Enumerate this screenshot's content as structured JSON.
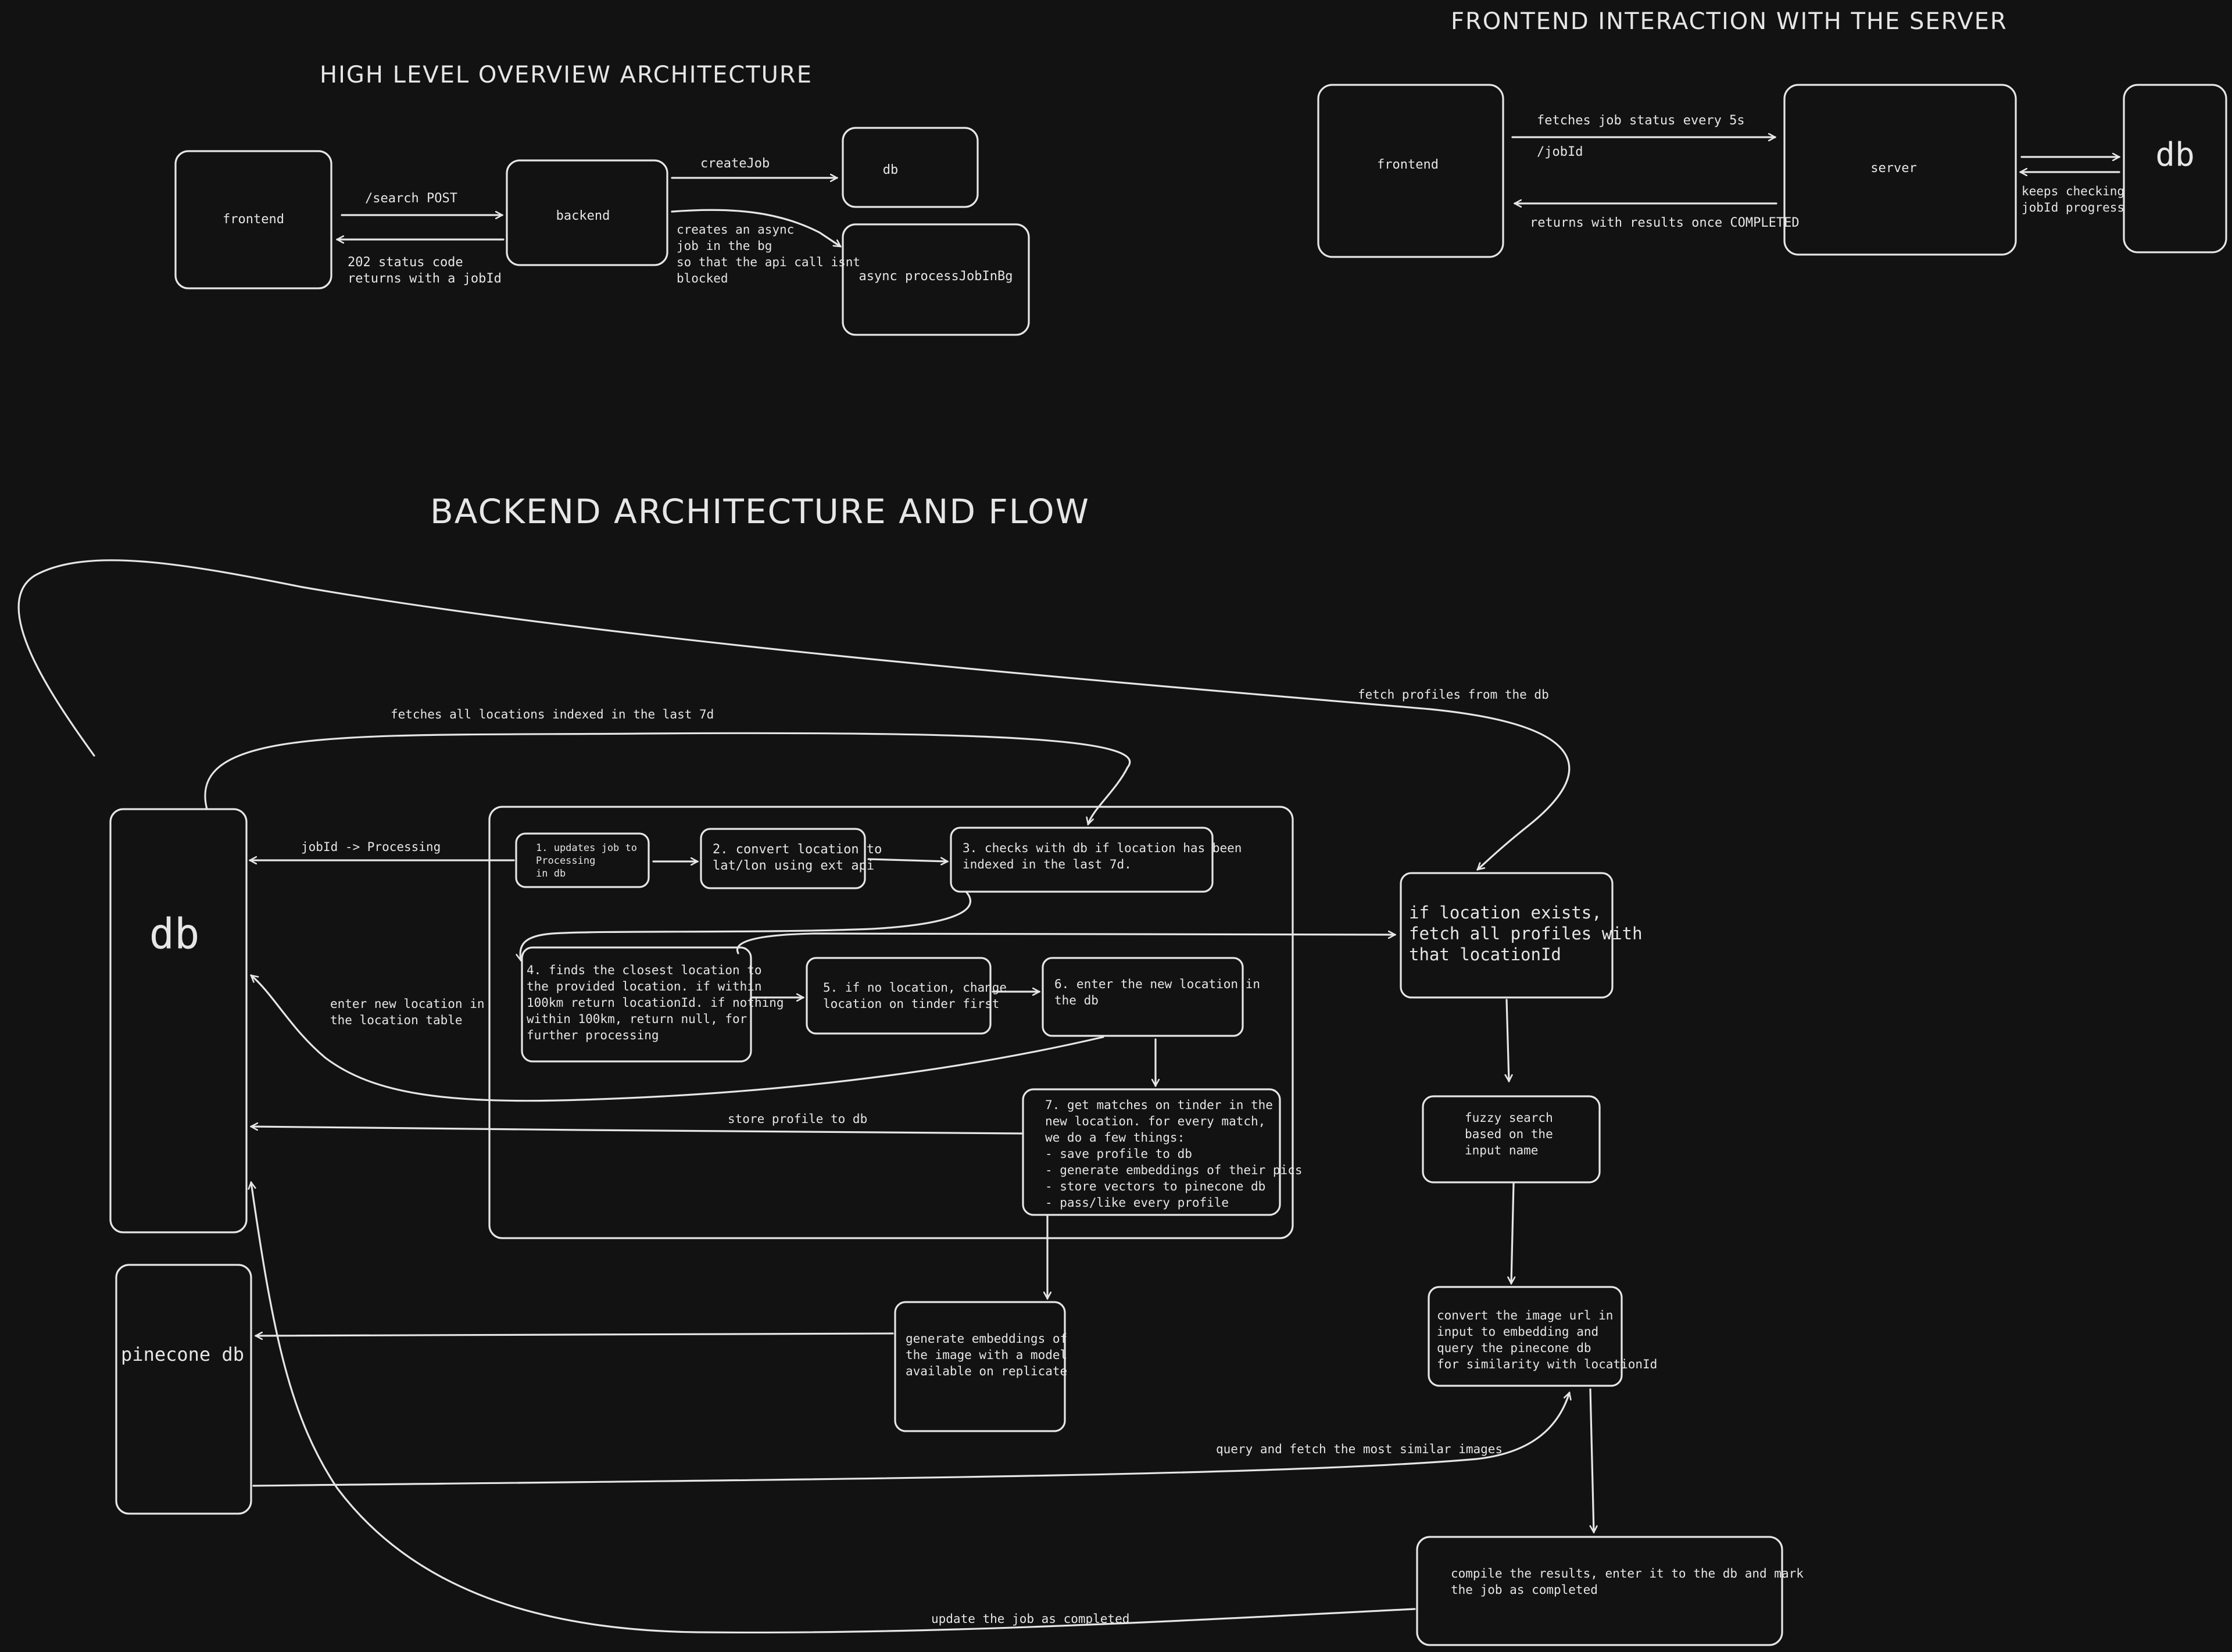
{
  "titles": {
    "overview": "HIGH LEVEL OVERVIEW ARCHITECTURE",
    "frontend_server": "FRONTEND INTERACTION WITH THE SERVER",
    "backend": "BACKEND ARCHITECTURE AND FLOW"
  },
  "overview": {
    "frontend": "frontend",
    "backend": "backend",
    "db": "db",
    "async": "async  processJobInBg",
    "search_post": "/search POST",
    "status_202": [
      "202 status code",
      "returns with a jobId"
    ],
    "create_job": "createJob",
    "async_note": [
      "creates an async",
      "job in the bg",
      "so that the api call isnt",
      "blocked"
    ]
  },
  "frontend_server": {
    "frontend": "frontend",
    "server": "server",
    "db": "db",
    "fetches": "fetches job status every 5s",
    "jobid": "/jobId",
    "returns": "returns with results once COMPLETED",
    "keeps": [
      "keeps checking",
      "jobId progress"
    ]
  },
  "backend": {
    "db": "db",
    "pinecone": "pinecone db",
    "step1": [
      "1. updates job to",
      "Processing",
      "in db"
    ],
    "step2": [
      "2. convert location to",
      "lat/lon using ext api"
    ],
    "step3": [
      "3. checks with db if location has been",
      "indexed in the last 7d."
    ],
    "step4": [
      "4. finds the closest location to",
      "the provided location. if within",
      "100km return locationId. if nothing",
      "within 100km, return null, for",
      "further processing"
    ],
    "step5": [
      "5. if no location, change",
      "location on tinder first"
    ],
    "step6": [
      "6. enter the new location in",
      "the db"
    ],
    "step7": [
      "7. get matches on tinder in the",
      "new location. for every match,",
      "we do a few things:",
      "- save profile to db",
      "- generate embeddings of their pics",
      "- store vectors to pinecone db",
      "- pass/like every profile"
    ],
    "embeddings": [
      "generate embeddings of",
      "the image with a model",
      "available on replicate"
    ],
    "if_exists": [
      "if location exists,",
      "fetch all profiles with",
      "that locationId"
    ],
    "fuzzy": [
      "fuzzy search",
      "based on the",
      "input name"
    ],
    "convert_image": [
      "convert the image url in",
      "input to embedding and",
      "query the pinecone db",
      "for similarity with locationId"
    ],
    "compile": [
      "compile the results, enter it to the db and mark",
      "the job as completed"
    ],
    "label_fetch_all": "fetches all locations indexed in the last 7d",
    "label_fetch_profiles": "fetch profiles from the db",
    "label_jobid": "jobId -> Processing",
    "label_enter_new": [
      "enter new location in",
      "the location table"
    ],
    "label_store": "store profile to db",
    "label_query": "query and fetch the most similar images",
    "label_update": "update the job as completed"
  },
  "colors": {
    "background": "#121212",
    "stroke": "#e6e6e6"
  }
}
